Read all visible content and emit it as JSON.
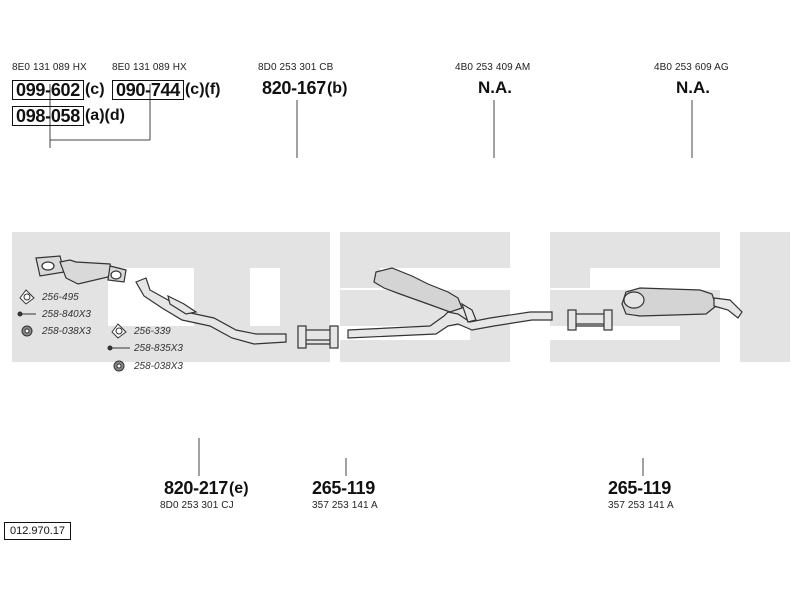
{
  "header_parts": [
    {
      "oem": "8E0 131 089 HX",
      "pn": "099-602",
      "suffix": "(c)"
    },
    {
      "oem": "8E0 131 089 HX",
      "pn": "090-744",
      "suffix": "(c)(f)"
    },
    {
      "pn": "098-058",
      "suffix": "(a)(d)"
    },
    {
      "oem": "8D0 253 301 CB",
      "pn": "820-167",
      "suffix": "(b)"
    },
    {
      "oem": "4B0 253 409 AM",
      "pn": "N.A."
    },
    {
      "oem": "4B0 253 609 AG",
      "pn": "N.A."
    }
  ],
  "footer_parts": [
    {
      "pn": "820-217",
      "suffix": "(e)",
      "oem": "8D0 253 301 CJ"
    },
    {
      "pn": "265-119",
      "oem": "357 253 141 A"
    },
    {
      "pn": "265-119",
      "oem": "357 253 141 A"
    }
  ],
  "accessories_a": [
    "256-495",
    "258-840X3",
    "258-038X3"
  ],
  "accessories_b": [
    "256-339",
    "258-835X3",
    "258-038X3"
  ],
  "diagram_code": "012.970.17",
  "colors": {
    "watermark": "#e3e3e3",
    "line": "#444444",
    "part_fill": "#d9d9d9"
  }
}
